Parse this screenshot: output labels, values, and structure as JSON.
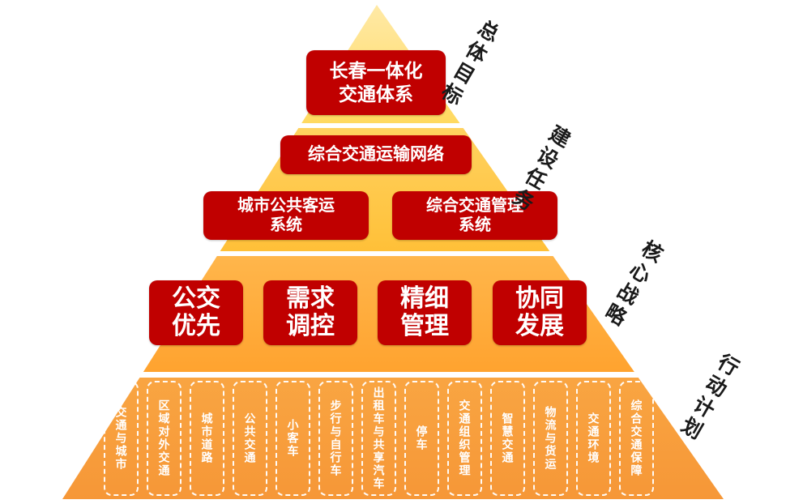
{
  "colors": {
    "red": "#c00000",
    "text-on-red": "#ffffff",
    "label": "#1a1a1a",
    "tier1-top": "#ffeaa9",
    "tier1-bottom": "#ffd95f",
    "tier2-top": "#ffd260",
    "tier2-bottom": "#ffc038",
    "tier3-top": "#ffb64b",
    "tier3-bottom": "#ffa32f",
    "tier4-top": "#f9a542",
    "tier4-bottom": "#f69737"
  },
  "side_labels": [
    {
      "id": "overall-goal",
      "text": "总体目标"
    },
    {
      "id": "construction-tasks",
      "text": "建设任务"
    },
    {
      "id": "core-strategies",
      "text": "核心战略"
    },
    {
      "id": "action-plan",
      "text": "行动计划"
    }
  ],
  "tier1": {
    "goal": {
      "lines": [
        "长春一体化",
        "交通体系"
      ]
    }
  },
  "tier2": {
    "network": "综合交通运输网络",
    "left": {
      "lines": [
        "城市公共客运",
        "系统"
      ]
    },
    "right": {
      "lines": [
        "综合交通管理",
        "系统"
      ]
    }
  },
  "tier3": {
    "strategies": [
      {
        "lines": [
          "公交",
          "优先"
        ]
      },
      {
        "lines": [
          "需求",
          "调控"
        ]
      },
      {
        "lines": [
          "精细",
          "管理"
        ]
      },
      {
        "lines": [
          "协同",
          "发展"
        ]
      }
    ]
  },
  "tier4": {
    "actions": [
      "交通与城市",
      "区域对外交通",
      "城市道路",
      "公共交通",
      "小客车",
      "步行与自行车",
      "出租车与共享汽车",
      "停车",
      "交通组织管理",
      "智慧交通",
      "物流与货运",
      "交通环境",
      "综合交通保障"
    ]
  }
}
